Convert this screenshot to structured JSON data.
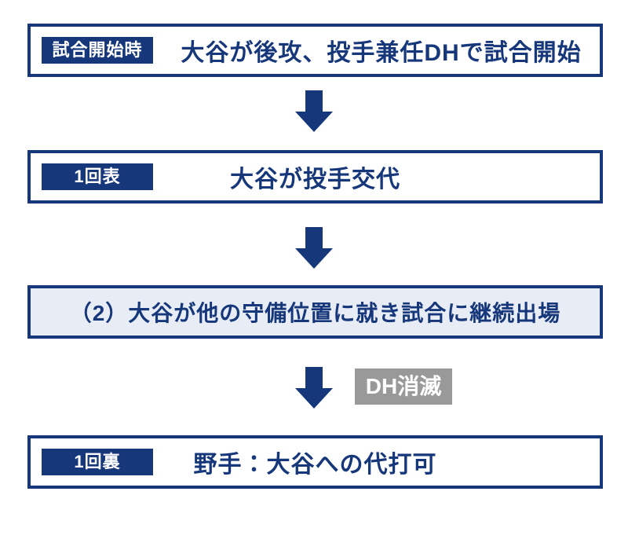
{
  "colors": {
    "navy": "#17377b",
    "light_blue": "#e8edf5",
    "gray": "#999999",
    "white": "#ffffff"
  },
  "diagram": {
    "steps": [
      {
        "badge": "試合開始時",
        "text": "大谷が後攻、投手兼任DHで試合開始"
      },
      {
        "badge": "1回表",
        "text": "大谷が投手交代"
      },
      {
        "badge": "",
        "text": "（2）大谷が他の守備位置に就き試合に継続出場"
      },
      {
        "badge": "1回裏",
        "text": "野手：大谷への代打可"
      }
    ],
    "arrow_badge": "DH消滅"
  }
}
